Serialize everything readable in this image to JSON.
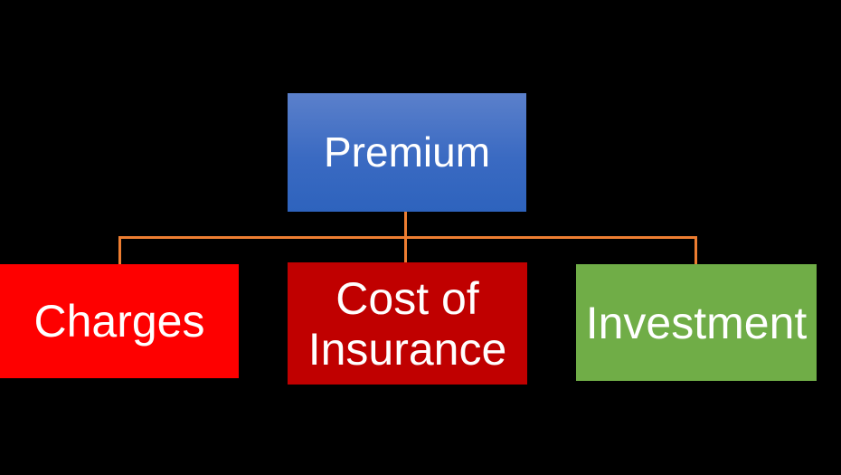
{
  "diagram": {
    "background_color": "#000000",
    "connector_color": "#ed7d31",
    "text_color": "#ffffff",
    "root": {
      "label": "Premium",
      "fill_top": "#5b80cb",
      "fill_bottom": "#2e63bd"
    },
    "children": [
      {
        "label": "Charges",
        "fill": "#fe0000"
      },
      {
        "label": "Cost of Insurance",
        "fill": "#c00000"
      },
      {
        "label": "Investment",
        "fill": "#70ad47"
      }
    ]
  }
}
